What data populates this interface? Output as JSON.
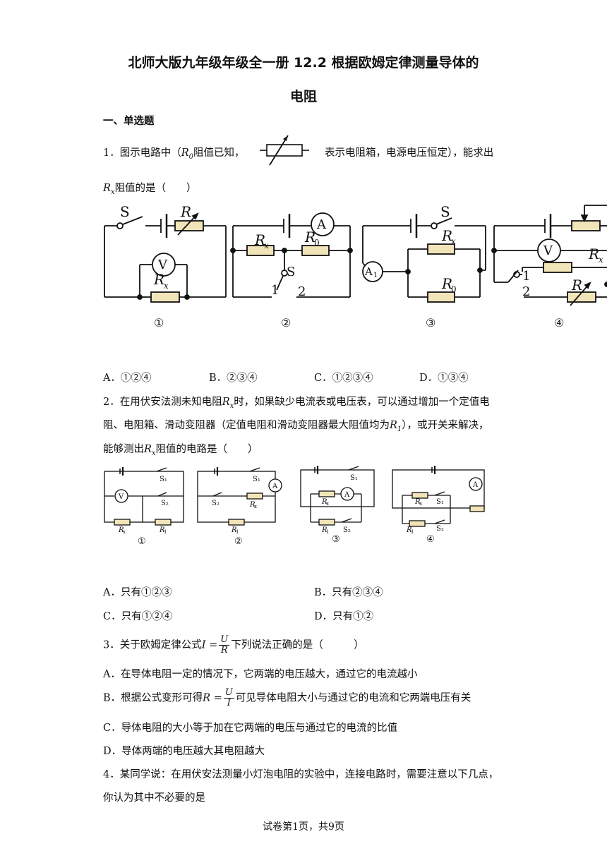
{
  "title": {
    "line1": "北师大版九年级年级全一册 12.2 根据欧姆定律测量导体的",
    "line2": "电阻"
  },
  "section": "一、单选题",
  "q1": {
    "text_a": "1．图示电路中（",
    "r0": "R",
    "r0_sub": "0",
    "text_b": "阻值已知，",
    "text_c": "表示电阻箱，电源电压恒定），能求出",
    "line2_r": "R",
    "line2_sub": "x",
    "line2_rest": "阻值的是（　　）",
    "circuit_labels": [
      "①",
      "②",
      "③",
      "④"
    ],
    "options": [
      "A．①②④",
      "B．②③④",
      "C．①②③④",
      "D．①③④"
    ]
  },
  "q2": {
    "line1_a": "2．在用伏安法测未知电阻",
    "line1_r": "R",
    "line1_sub": "x",
    "line1_b": "时，如果缺少电流表或电压表，可以通过增加一个定值电",
    "line2_a": "阻、电阻箱、滑动变阻器（定值电阻和滑动变阻器最大阻值均为",
    "line2_r": "R",
    "line2_sub": "1",
    "line2_b": "），或开关来解决，",
    "line3_a": "能够测出",
    "line3_r": "R",
    "line3_sub": "x",
    "line3_b": "阻值的电路是（　　）",
    "circuit_labels": [
      "①",
      "②",
      "③",
      "④"
    ],
    "options": [
      "A．只有①②③",
      "B．只有②③④",
      "C．只有①②④",
      "D．只有①②"
    ]
  },
  "q3": {
    "stem_a": "3．关于欧姆定律公式",
    "stem_formula_lhs": "I =",
    "stem_num": "U",
    "stem_den": "R",
    "stem_b": "下列说法正确的是（　　　）",
    "opt_a": "A．在导体电阻一定的情况下，它两端的电压越大，通过它的电流越小",
    "opt_b_a": "B．根据公式变形可得",
    "opt_b_lhs": "R =",
    "opt_b_num": "U",
    "opt_b_den": "I",
    "opt_b_b": "可见导体电阻大小与通过它的电流和它两端电压有关",
    "opt_c": "C．导体电阻的大小等于加在它两端的电压与通过它的电流的比值",
    "opt_d": "D．导体两端的电压越大其电阻越大"
  },
  "q4": {
    "line1": "4．某同学说：在用伏安法测量小灯泡电阻的实验中，连接电路时，需要注意以下几点，",
    "line2": "你认为其中不必要的是"
  },
  "footer": "试卷第1页，共9页"
}
